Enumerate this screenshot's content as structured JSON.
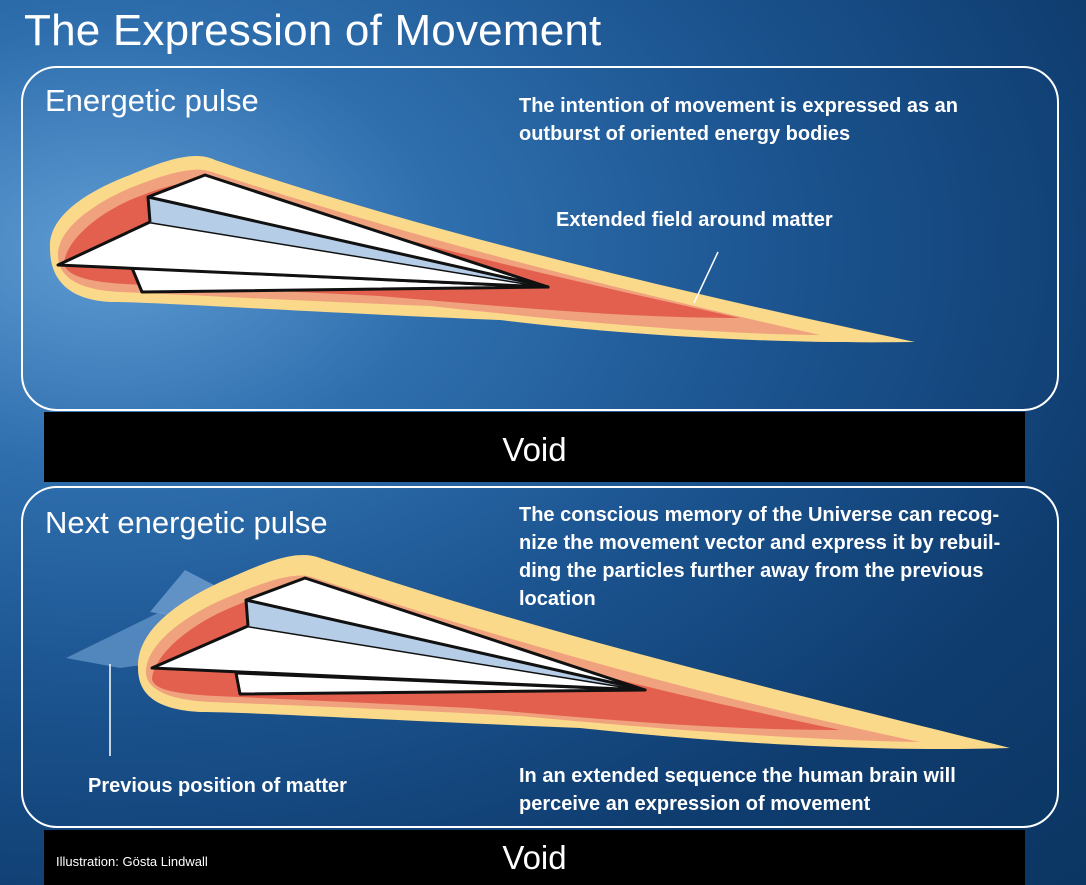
{
  "title": "The Expression of Movement",
  "panel1": {
    "heading": "Energetic pulse",
    "description_lines": [
      "The intention of movement is expressed as an",
      "outburst of oriented energy bodies"
    ],
    "field_label": "Extended field around matter"
  },
  "void_label_1": "Void",
  "panel2": {
    "heading": "Next energetic pulse",
    "description_lines": [
      "The conscious memory of the Universe can recog-",
      "nize the movement vector and express it by rebuil-",
      "ding the particles further away from the previous",
      "location"
    ],
    "sequence_lines": [
      "In an extended sequence the human brain will",
      "perceive an expression of movement"
    ],
    "previous_label": "Previous position of matter"
  },
  "void_label_2": "Void",
  "credit": "Illustration: Gösta Lindwall",
  "colors": {
    "field_outer": "#fbd98a",
    "field_mid": "#f0a27e",
    "field_inner": "#e2604d",
    "matter_white": "#ffffff",
    "matter_shade": "#b5cde6",
    "ghost_matter": "#5b8fc4",
    "void": "#000000"
  }
}
